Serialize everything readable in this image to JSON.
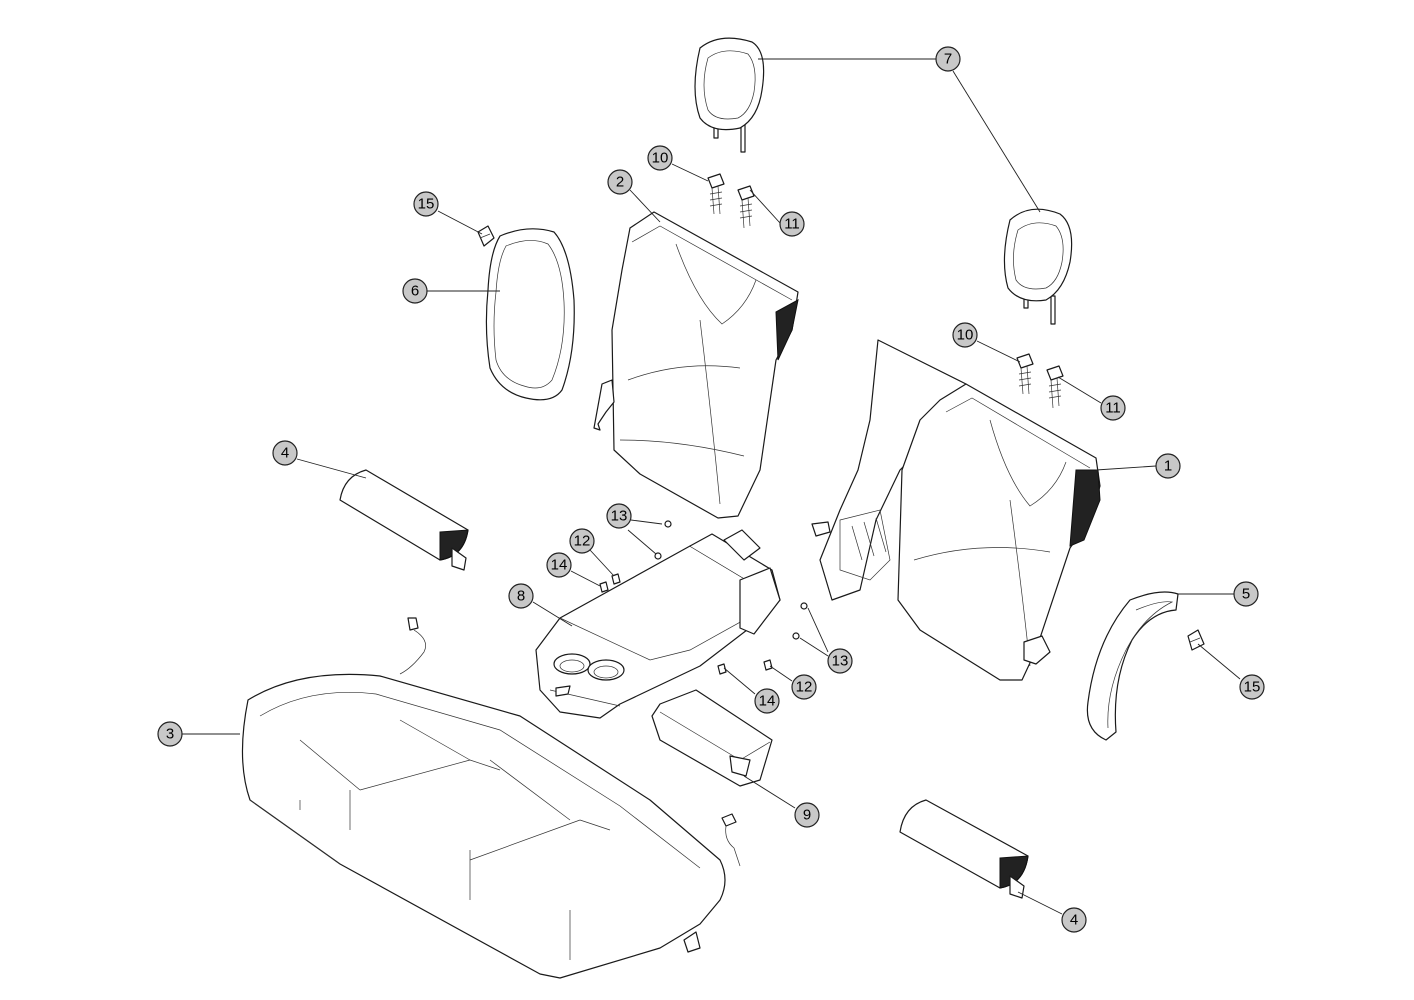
{
  "callouts": [
    {
      "id": "c7",
      "label": "7"
    },
    {
      "id": "c10a",
      "label": "10"
    },
    {
      "id": "c2",
      "label": "2"
    },
    {
      "id": "c11a",
      "label": "11"
    },
    {
      "id": "c15a",
      "label": "15"
    },
    {
      "id": "c6",
      "label": "6"
    },
    {
      "id": "c10b",
      "label": "10"
    },
    {
      "id": "c11b",
      "label": "11"
    },
    {
      "id": "c1",
      "label": "1"
    },
    {
      "id": "c4a",
      "label": "4"
    },
    {
      "id": "c13a",
      "label": "13"
    },
    {
      "id": "c12a",
      "label": "12"
    },
    {
      "id": "c14a",
      "label": "14"
    },
    {
      "id": "c8",
      "label": "8"
    },
    {
      "id": "c5",
      "label": "5"
    },
    {
      "id": "c13b",
      "label": "13"
    },
    {
      "id": "c12b",
      "label": "12"
    },
    {
      "id": "c15b",
      "label": "15"
    },
    {
      "id": "c14b",
      "label": "14"
    },
    {
      "id": "c3",
      "label": "3"
    },
    {
      "id": "c9",
      "label": "9"
    },
    {
      "id": "c4b",
      "label": "4"
    }
  ]
}
